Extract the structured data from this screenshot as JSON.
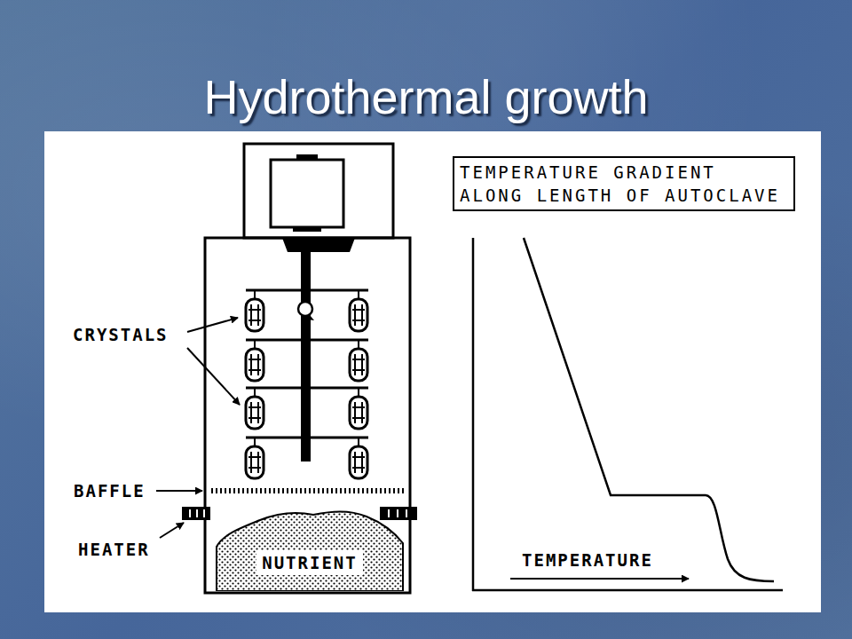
{
  "diagram": {
    "title": "Hydrothermal growth",
    "nodes": [
      {
        "text": [
          "TEMPERATURE GRADIENT ALONG LENGTH OF AUTOCLAVE"
        ]
      },
      {
        "text": [
          "NUTRIENT"
        ]
      }
    ],
    "labels": [
      "CRYSTALS",
      "BAFFLE",
      "HEATER",
      "TEMPERATURE"
    ]
  }
}
